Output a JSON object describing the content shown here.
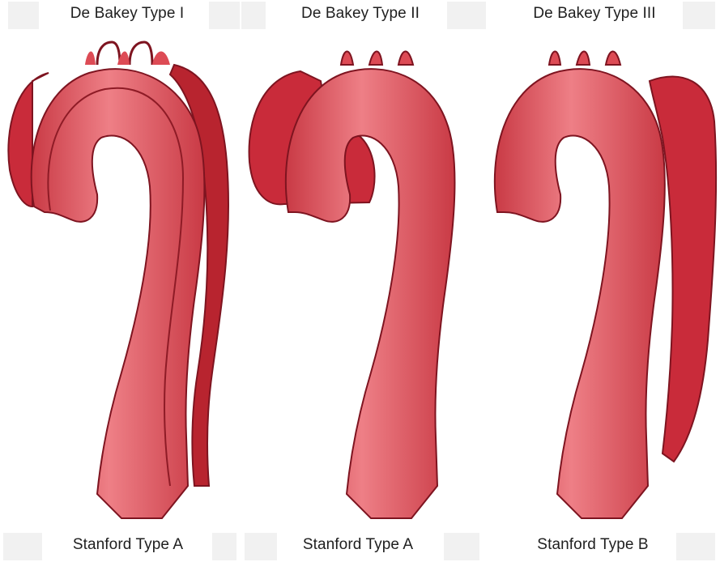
{
  "colors": {
    "aorta_fill": "#dd4b55",
    "aorta_highlight": "#ee7f86",
    "aorta_outline": "#7e1420",
    "false_lumen_fill": "#c92b3a",
    "false_lumen_dark": "#a01b29",
    "label_chip": "#f1f1f1",
    "background": "#ffffff"
  },
  "panels": [
    {
      "top_label": "De Bakey Type I",
      "bottom_label": "Stanford Type A",
      "dissection_extent": "ascending, arch and descending aorta"
    },
    {
      "top_label": "De Bakey Type II",
      "bottom_label": "Stanford Type A",
      "dissection_extent": "ascending aorta only"
    },
    {
      "top_label": "De Bakey Type III",
      "bottom_label": "Stanford Type B",
      "dissection_extent": "descending aorta only"
    }
  ]
}
